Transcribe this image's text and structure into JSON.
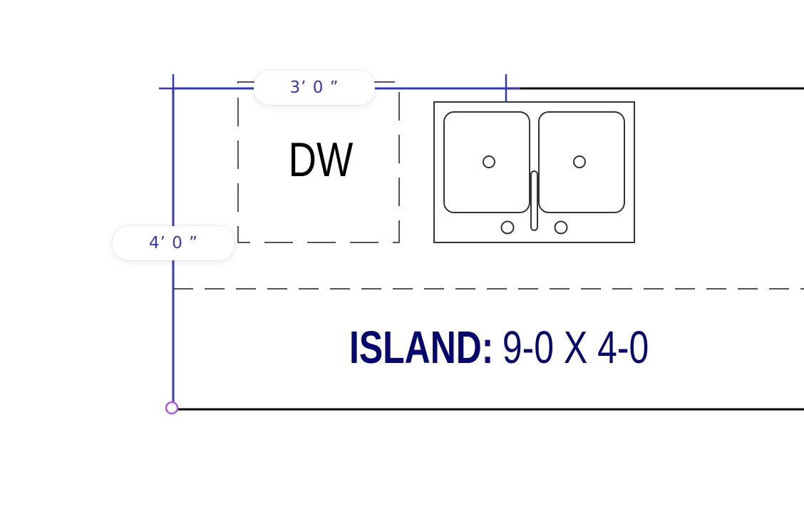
{
  "measure_tool": {
    "width_label": "3’ 0 ”",
    "height_label": "4’ 0 ”"
  },
  "plan": {
    "appliance_label": "DW",
    "island_label_bold": "ISLAND:",
    "island_label_rest": "9-0 X 4-0"
  },
  "colors": {
    "measure_line": "#3437c4",
    "endpoint_handle": "#b353e6",
    "island_text": "#070770",
    "plan_lines": "#000000"
  }
}
